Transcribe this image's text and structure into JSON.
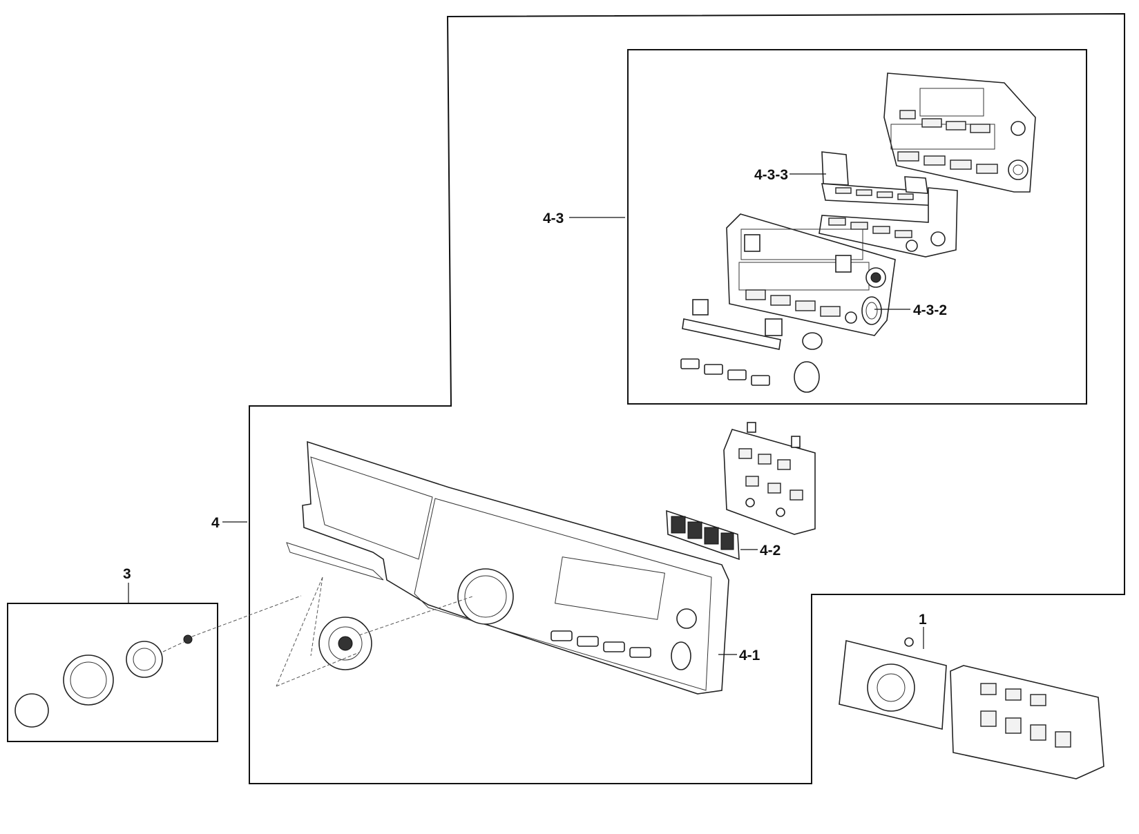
{
  "diagram": {
    "callouts": {
      "c_4_3_3": "4-3-3",
      "c_4_3": "4-3",
      "c_4_3_2": "4-3-2",
      "c_4": "4",
      "c_4_2": "4-2",
      "c_3": "3",
      "c_1": "1",
      "c_4_1": "4-1"
    }
  }
}
